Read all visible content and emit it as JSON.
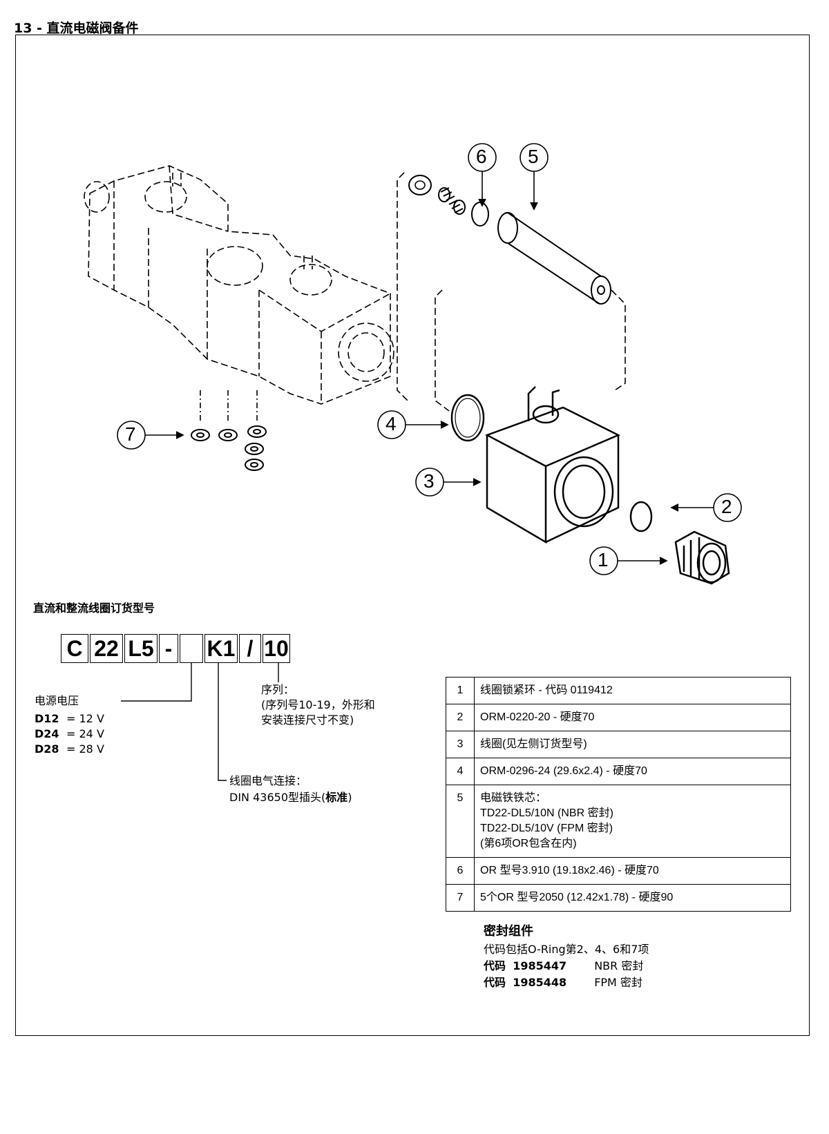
{
  "header": {
    "title": "13 - 直流电磁阀备件"
  },
  "callouts": [
    "1",
    "2",
    "3",
    "4",
    "5",
    "6",
    "7"
  ],
  "order_code": {
    "heading": "直流和整流线圈订货型号",
    "boxes": [
      "C",
      "22",
      "L5",
      "-",
      "",
      "K1",
      "/",
      "10"
    ],
    "voltage": {
      "label": "电源电压",
      "rows": [
        {
          "code": "D12",
          "value": "= 12 V"
        },
        {
          "code": "D24",
          "value": "= 24 V"
        },
        {
          "code": "D28",
          "value": "= 28 V"
        }
      ]
    },
    "series": {
      "line1": "序列：",
      "line2": "(序列号10-19，外形和",
      "line3": "安装连接尺寸不变)"
    },
    "connection": {
      "line1": "线圈电气连接：",
      "line2_prefix": "DIN 43650型插头(",
      "line2_bold": "标准",
      "line2_suffix": ")"
    }
  },
  "parts": [
    {
      "n": "1",
      "lines": [
        "线圈锁紧环 - 代码 0119412"
      ]
    },
    {
      "n": "2",
      "lines": [
        "ORM-0220-20 - 硬度70"
      ]
    },
    {
      "n": "3",
      "lines": [
        "线圈(见左侧订货型号)"
      ]
    },
    {
      "n": "4",
      "lines": [
        "ORM-0296-24 (29.6x2.4) - 硬度70"
      ]
    },
    {
      "n": "5",
      "lines": [
        "电磁铁铁芯：",
        "TD22-DL5/10N (NBR 密封)",
        "TD22-DL5/10V (FPM 密封)",
        "(第6项OR包含在内)"
      ]
    },
    {
      "n": "6",
      "lines": [
        "OR 型号3.910 (19.18x2.46) - 硬度70"
      ]
    },
    {
      "n": "7",
      "lines": [
        "5个OR 型号2050 (12.42x1.78) - 硬度90"
      ]
    }
  ],
  "seal_kit": {
    "title": "密封组件",
    "desc": "代码包括O-Ring第2、4、6和7项",
    "rows": [
      {
        "label": "代码",
        "code": "1985447",
        "material": "NBR 密封"
      },
      {
        "label": "代码",
        "code": "1985448",
        "material": "FPM 密封"
      }
    ]
  }
}
